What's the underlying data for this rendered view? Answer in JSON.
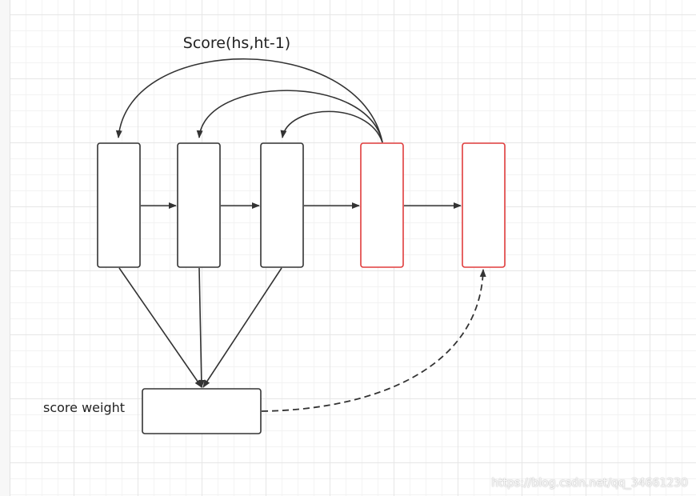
{
  "diagram": {
    "top_label": "Score(hs,ht-1)",
    "side_label": "score weight",
    "colors": {
      "black_stroke": "#333333",
      "red_stroke": "#e03c3c",
      "box_fill": "#ffffff"
    }
  },
  "watermark": "https://blog.csdn.net/qq_34661230"
}
